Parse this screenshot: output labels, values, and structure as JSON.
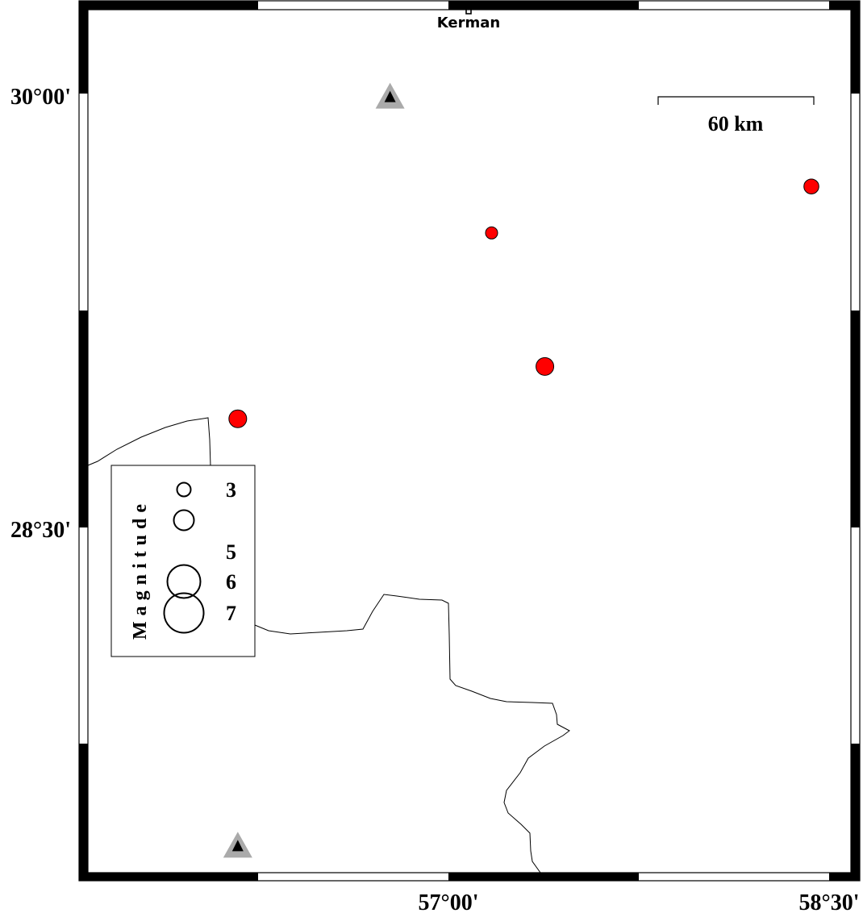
{
  "map": {
    "city": {
      "name": "Kerman"
    },
    "scale_bar": {
      "label": "60 km"
    },
    "lat_ticks": [
      "30°00'",
      "28°30'"
    ],
    "lon_ticks": [
      "57°00'",
      "58°30'"
    ],
    "earthquakes": [
      {
        "lon": 57.17,
        "lat": 29.52,
        "magnitude": 3.5
      },
      {
        "lon": 58.43,
        "lat": 29.68,
        "magnitude": 4.0
      },
      {
        "lon": 57.38,
        "lat": 29.06,
        "magnitude": 4.5
      },
      {
        "lon": 56.17,
        "lat": 28.88,
        "magnitude": 4.5
      }
    ],
    "stations": [
      {
        "lon": 56.77,
        "lat": 29.99
      },
      {
        "lon": 56.17,
        "lat": 27.41
      }
    ],
    "colors": {
      "event_fill": "#ff0000",
      "station_halo": "#aaaaaa",
      "station_core": "#000000",
      "frame": "#000000"
    },
    "legend": {
      "title": "Magnitude",
      "entries": [
        {
          "magnitude": 3,
          "label": "3"
        },
        {
          "magnitude": 4,
          "label": ""
        },
        {
          "magnitude": 5,
          "label": "5"
        },
        {
          "magnitude": 6,
          "label": "6"
        },
        {
          "magnitude": 7,
          "label": "7"
        }
      ]
    }
  }
}
